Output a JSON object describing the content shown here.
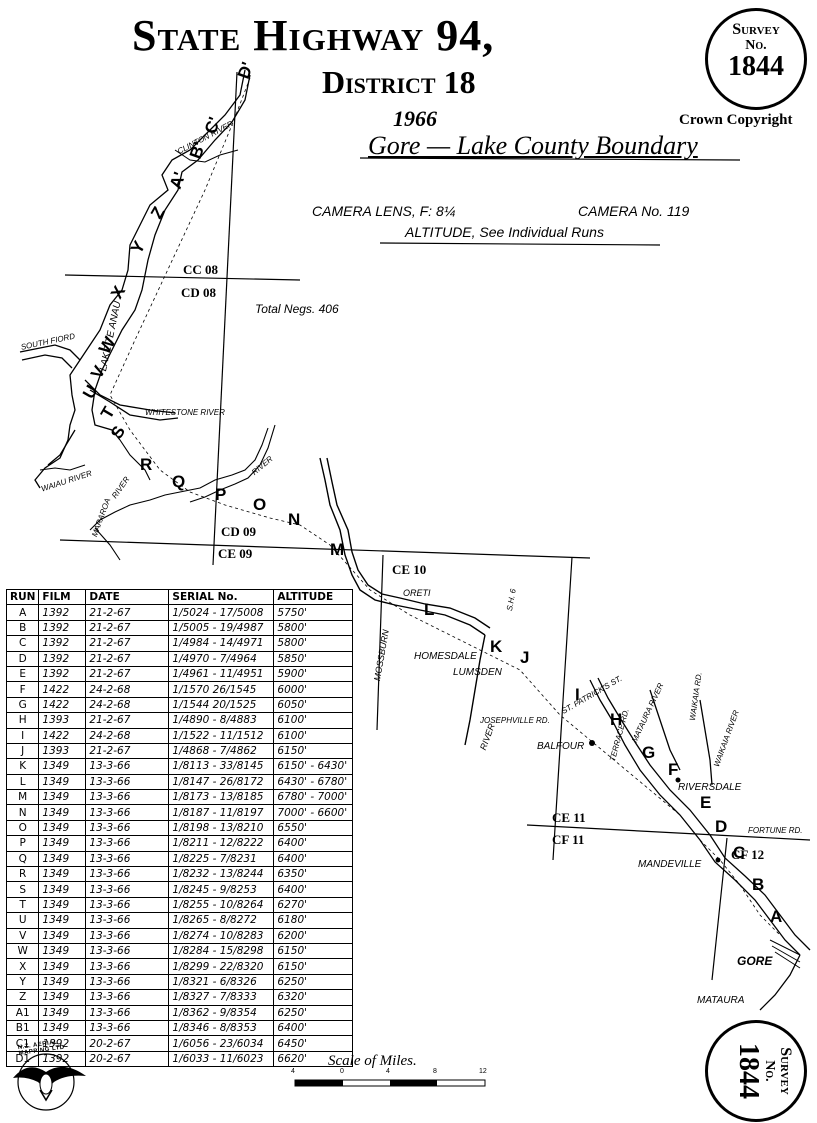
{
  "header": {
    "title": "State Highway 94",
    "title_comma": ",",
    "district": "District 18",
    "year": "1966",
    "area": "Gore — Lake County Boundary",
    "copyright": "Crown Copyright",
    "camera_lens": "CAMERA LENS, F: 8¼",
    "camera_no": "CAMERA No. 119",
    "altitude_note": "ALTITUDE, See Individual Runs",
    "total_negs": "Total Negs. 406"
  },
  "survey_seal_top": {
    "line1": "Survey",
    "line2": "No.",
    "line3": "1844"
  },
  "survey_seal_bottom": {
    "line1": "Survey",
    "line2": "No.",
    "line3": "1844"
  },
  "sheet_labels": [
    "CC 08",
    "CD 08",
    "CD 09",
    "CE 09",
    "CE 10",
    "CE 11",
    "CF 11",
    "CF 12"
  ],
  "run_letters": [
    "A",
    "B",
    "C",
    "D",
    "E",
    "F",
    "G",
    "H",
    "I",
    "J",
    "K",
    "L",
    "M",
    "N",
    "O",
    "P",
    "Q",
    "R",
    "S",
    "T",
    "U",
    "V",
    "W",
    "X",
    "Y",
    "Z",
    "A'",
    "B'",
    "C'",
    "D'"
  ],
  "place_names": {
    "clinton_river": "CLINTON RIVER",
    "lake_te_anau": "LAKE TE ANAU",
    "south_fiord": "SOUTH FIORD",
    "whitestone_river": "WHITESTONE RIVER",
    "waiau_river": "WAIAU RIVER",
    "mararoa": "MARAROA",
    "river1": "RIVER",
    "river2": "RIVER",
    "oreti": "ORETI",
    "sh6": "S.H. 6",
    "mossburn": "MOSSBURN",
    "homesdale": "HOMESDALE",
    "lumsden": "LUMSDEN",
    "josephville": "JOSEPHVILLE RD.",
    "river3": "RIVER",
    "st_patricks": "ST. PATRICK'S ST.",
    "mataura_river": "MATAURA RIVER",
    "waikaia_rd": "WAIKAIA RD.",
    "waikaia_river": "WAIKAIA RIVER",
    "balfour": "BALFOUR",
    "terrace_rd": "TERRACE RD.",
    "riversdale": "RIVERSDALE",
    "fortune_rd": "FORTUNE RD.",
    "mandeville": "MANDEVILLE",
    "gore": "GORE",
    "mataura": "MATAURA"
  },
  "scale": {
    "label": "Scale of Miles.",
    "ticks": [
      "4",
      "0",
      "4",
      "8",
      "12"
    ]
  },
  "logo": {
    "text": "N.Z. AERIAL MAPPING LTD"
  },
  "runs_table": {
    "headers": [
      "RUN",
      "FILM",
      "DATE",
      "SERIAL No.",
      "ALTITUDE"
    ],
    "rows": [
      [
        "A",
        "1392",
        "21-2-67",
        "1/5024 - 17/5008",
        "5750'"
      ],
      [
        "B",
        "1392",
        "21-2-67",
        "1/5005 - 19/4987",
        "5800'"
      ],
      [
        "C",
        "1392",
        "21-2-67",
        "1/4984 - 14/4971",
        "5800'"
      ],
      [
        "D",
        "1392",
        "21-2-67",
        "1/4970 - 7/4964",
        "5850'"
      ],
      [
        "E",
        "1392",
        "21-2-67",
        "1/4961 - 11/4951",
        "5900'"
      ],
      [
        "F",
        "1422",
        "24-2-68",
        "1/1570 26/1545",
        "6000'"
      ],
      [
        "G",
        "1422",
        "24-2-68",
        "1/1544 20/1525",
        "6050'"
      ],
      [
        "H",
        "1393",
        "21-2-67",
        "1/4890 - 8/4883",
        "6100'"
      ],
      [
        "I",
        "1422",
        "24-2-68",
        "1/1522 - 11/1512",
        "6100'"
      ],
      [
        "J",
        "1393",
        "21-2-67",
        "1/4868 - 7/4862",
        "6150'"
      ],
      [
        "K",
        "1349",
        "13-3-66",
        "1/8113 - 33/8145",
        "6150' - 6430'"
      ],
      [
        "L",
        "1349",
        "13-3-66",
        "1/8147 - 26/8172",
        "6430' - 6780'"
      ],
      [
        "M",
        "1349",
        "13-3-66",
        "1/8173 - 13/8185",
        "6780' - 7000'"
      ],
      [
        "N",
        "1349",
        "13-3-66",
        "1/8187 - 11/8197",
        "7000' - 6600'"
      ],
      [
        "O",
        "1349",
        "13-3-66",
        "1/8198 - 13/8210",
        "6550'"
      ],
      [
        "P",
        "1349",
        "13-3-66",
        "1/8211 - 12/8222",
        "6400'"
      ],
      [
        "Q",
        "1349",
        "13-3-66",
        "1/8225 - 7/8231",
        "6400'"
      ],
      [
        "R",
        "1349",
        "13-3-66",
        "1/8232 - 13/8244",
        "6350'"
      ],
      [
        "S",
        "1349",
        "13-3-66",
        "1/8245 - 9/8253",
        "6400'"
      ],
      [
        "T",
        "1349",
        "13-3-66",
        "1/8255 - 10/8264",
        "6270'"
      ],
      [
        "U",
        "1349",
        "13-3-66",
        "1/8265 - 8/8272",
        "6180'"
      ],
      [
        "V",
        "1349",
        "13-3-66",
        "1/8274 - 10/8283",
        "6200'"
      ],
      [
        "W",
        "1349",
        "13-3-66",
        "1/8284 - 15/8298",
        "6150'"
      ],
      [
        "X",
        "1349",
        "13-3-66",
        "1/8299 - 22/8320",
        "6150'"
      ],
      [
        "Y",
        "1349",
        "13-3-66",
        "1/8321 - 6/8326",
        "6250'"
      ],
      [
        "Z",
        "1349",
        "13-3-66",
        "1/8327 - 7/8333",
        "6320'"
      ],
      [
        "A1",
        "1349",
        "13-3-66",
        "1/8362 - 9/8354",
        "6250'"
      ],
      [
        "B1",
        "1349",
        "13-3-66",
        "1/8346 - 8/8353",
        "6400'"
      ],
      [
        "C1",
        "1392",
        "20-2-67",
        "1/6056 - 23/6034",
        "6450'"
      ],
      [
        "D1",
        "1392",
        "20-2-67",
        "1/6033 - 11/6023",
        "6620'"
      ]
    ]
  }
}
